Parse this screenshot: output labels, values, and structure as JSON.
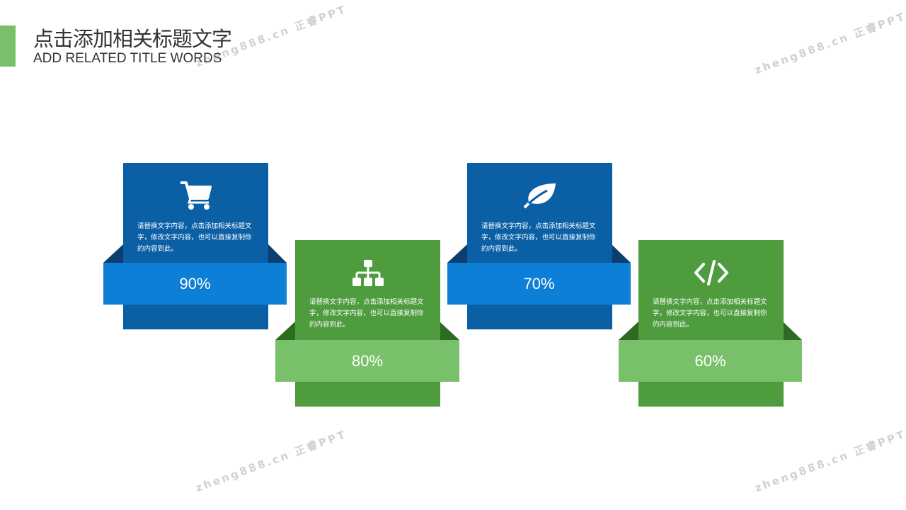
{
  "header": {
    "title": "点击添加相关标题文字",
    "subtitle": "ADD RELATED TITLE WORDS"
  },
  "colors": {
    "blue_card": "#0b5fa5",
    "blue_band": "#0e7fd6",
    "green_card": "#4e9c3e",
    "green_band": "#79c06a",
    "accent": "#79c06a"
  },
  "cards": [
    {
      "icon": "shopping-cart-icon",
      "text": "请替换文字内容，点击添加相关标题文字，修改文字内容，也可以直接复制你的内容到此。",
      "percent": "90%"
    },
    {
      "icon": "sitemap-icon",
      "text": "请替换文字内容，点击添加相关标题文字，修改文字内容，也可以直接复制你的内容到此。",
      "percent": "80%"
    },
    {
      "icon": "leaf-icon",
      "text": "请替换文字内容，点击添加相关标题文字，修改文字内容，也可以直接复制你的内容到此。",
      "percent": "70%"
    },
    {
      "icon": "code-icon",
      "text": "请替换文字内容，点击添加相关标题文字，修改文字内容，也可以直接复制你的内容到此。",
      "percent": "60%"
    }
  ],
  "watermark": "zheng888.cn 正睿PPT"
}
